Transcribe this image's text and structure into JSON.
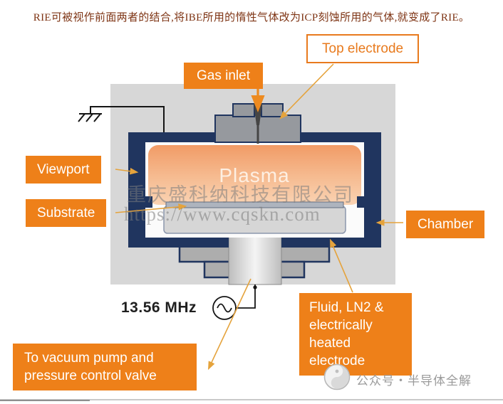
{
  "caption": "RIE可被视作前面两者的结合,将IBE所用的惰性气体改为ICP刻蚀所用的气体,就变成了RIE。",
  "labels": {
    "top_electrode": "Top electrode",
    "gas_inlet": "Gas inlet",
    "viewport": "Viewport",
    "substrate": "Substrate",
    "chamber": "Chamber",
    "fluid_electrode": "Fluid, LN2 & electrically heated electrode",
    "vacuum_pump": "To vacuum pump and pressure control valve"
  },
  "diagram": {
    "plasma_label": "Plasma",
    "frequency_label": "13.56 MHz"
  },
  "watermark": {
    "company": "重庆盛科纳科技有限公司",
    "url": "https://www.cqskn.com"
  },
  "footer": {
    "account_text": "公众号・半导体全解"
  },
  "icons": {
    "ground": "ground-symbol",
    "ac_source": "ac-sine-source",
    "logo": "swirl-logo"
  },
  "colors": {
    "accent_orange": "#EE8019",
    "outline_navy": "#20355F",
    "connector_gold": "#E5A33C",
    "panel_gray": "#D7D7D7",
    "plasma_top": "#F19B66",
    "plasma_bottom": "#FAD3B3",
    "caption_text": "#7E3414"
  }
}
